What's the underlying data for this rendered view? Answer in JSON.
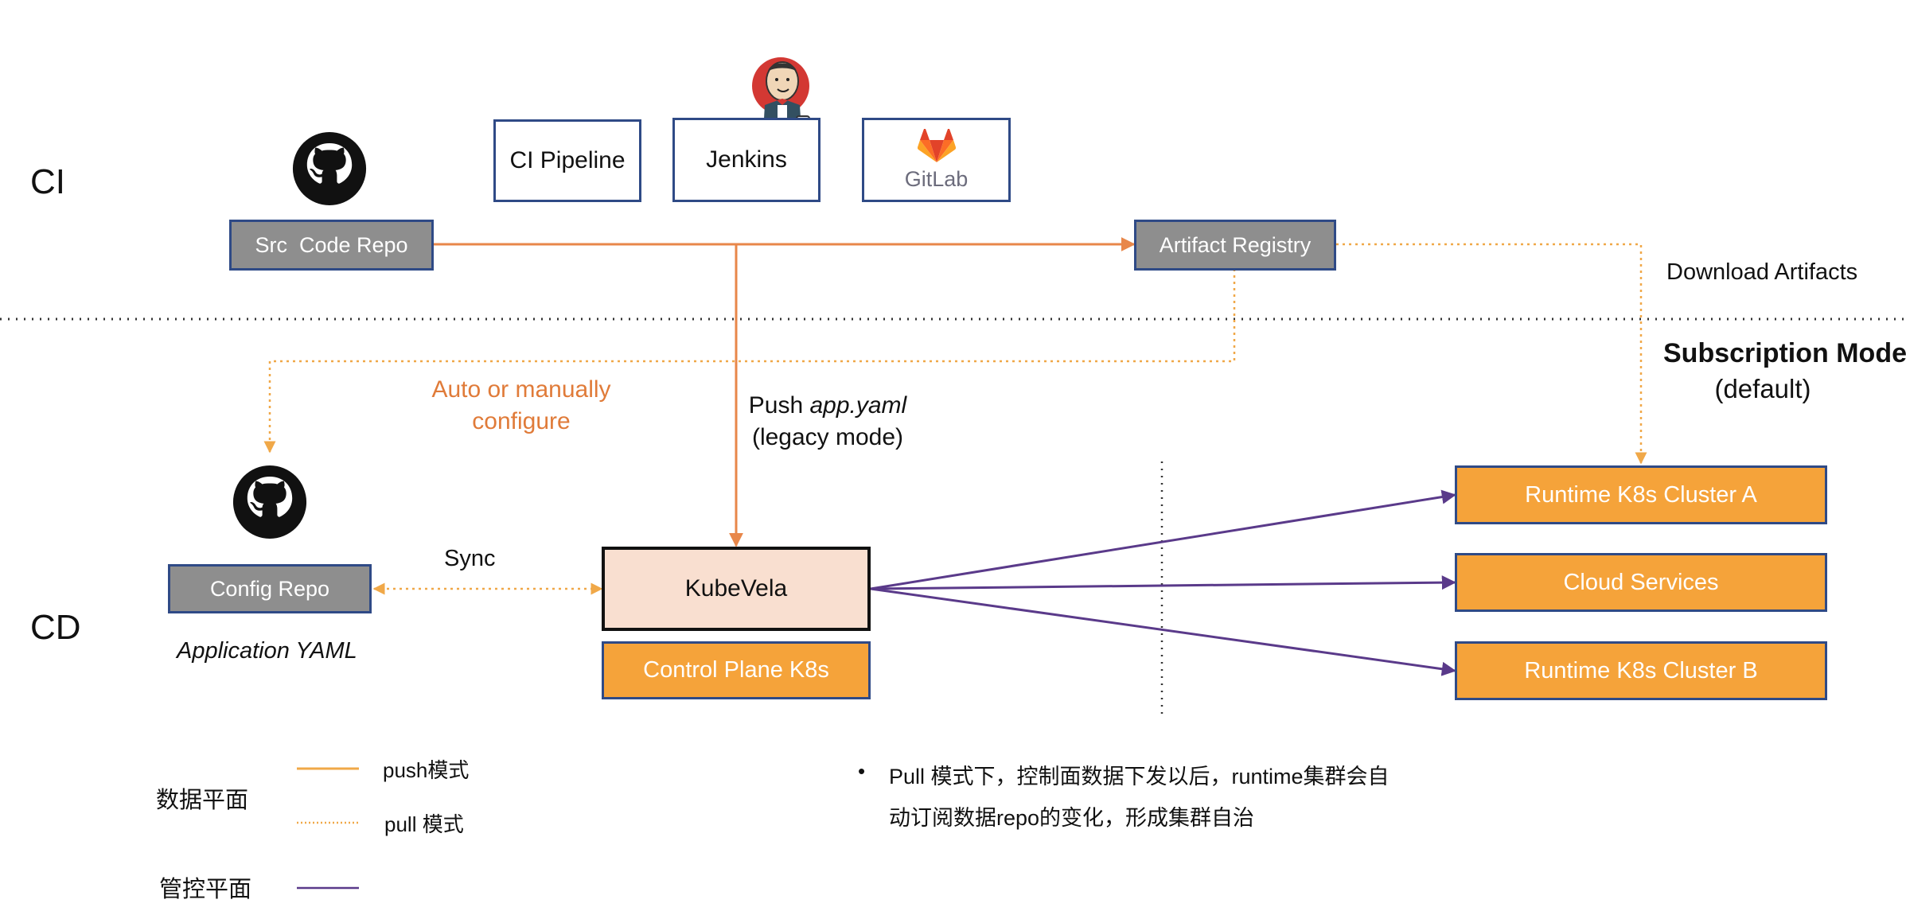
{
  "sections": {
    "ci": "CI",
    "cd": "CD"
  },
  "ci_tools": {
    "ci_pipeline": "CI Pipeline",
    "jenkins": "Jenkins",
    "gitlab": "GitLab"
  },
  "boxes": {
    "src_code_repo": "Src  Code Repo",
    "artifact_registry": "Artifact Registry",
    "config_repo": "Config Repo",
    "kubevela": "KubeVela",
    "control_plane": "Control Plane K8s",
    "runtime_a": "Runtime K8s Cluster A",
    "cloud_services": "Cloud Services",
    "runtime_b": "Runtime K8s Cluster B"
  },
  "labels": {
    "download_artifacts": "Download Artifacts",
    "subscription_mode": "Subscription Mode",
    "subscription_default": "(default)",
    "auto_configure_line1": "Auto or manually",
    "auto_configure_line2": "configure",
    "push_prefix": "Push ",
    "push_file": "app.yaml",
    "legacy_mode": "(legacy mode)",
    "sync": "Sync",
    "application_yaml": "Application YAML"
  },
  "legend": {
    "data_plane": "数据平面",
    "push_mode": "push模式",
    "pull_mode": "pull 模式",
    "control_plane": "管控平面"
  },
  "note": {
    "bullet": "•",
    "line1": "Pull 模式下，控制面数据下发以后，runtime集群会自",
    "line2": "动订阅数据repo的变化，形成集群自治"
  },
  "colors": {
    "orange_line": "#e8874a",
    "pull_line": "#f0a848",
    "purple_line": "#5a3a8a",
    "box_border": "#2f4a86",
    "gray_box": "#8e8e8e",
    "orange_box": "#f5a33a",
    "kubevela_fill": "#f9dfd0"
  }
}
